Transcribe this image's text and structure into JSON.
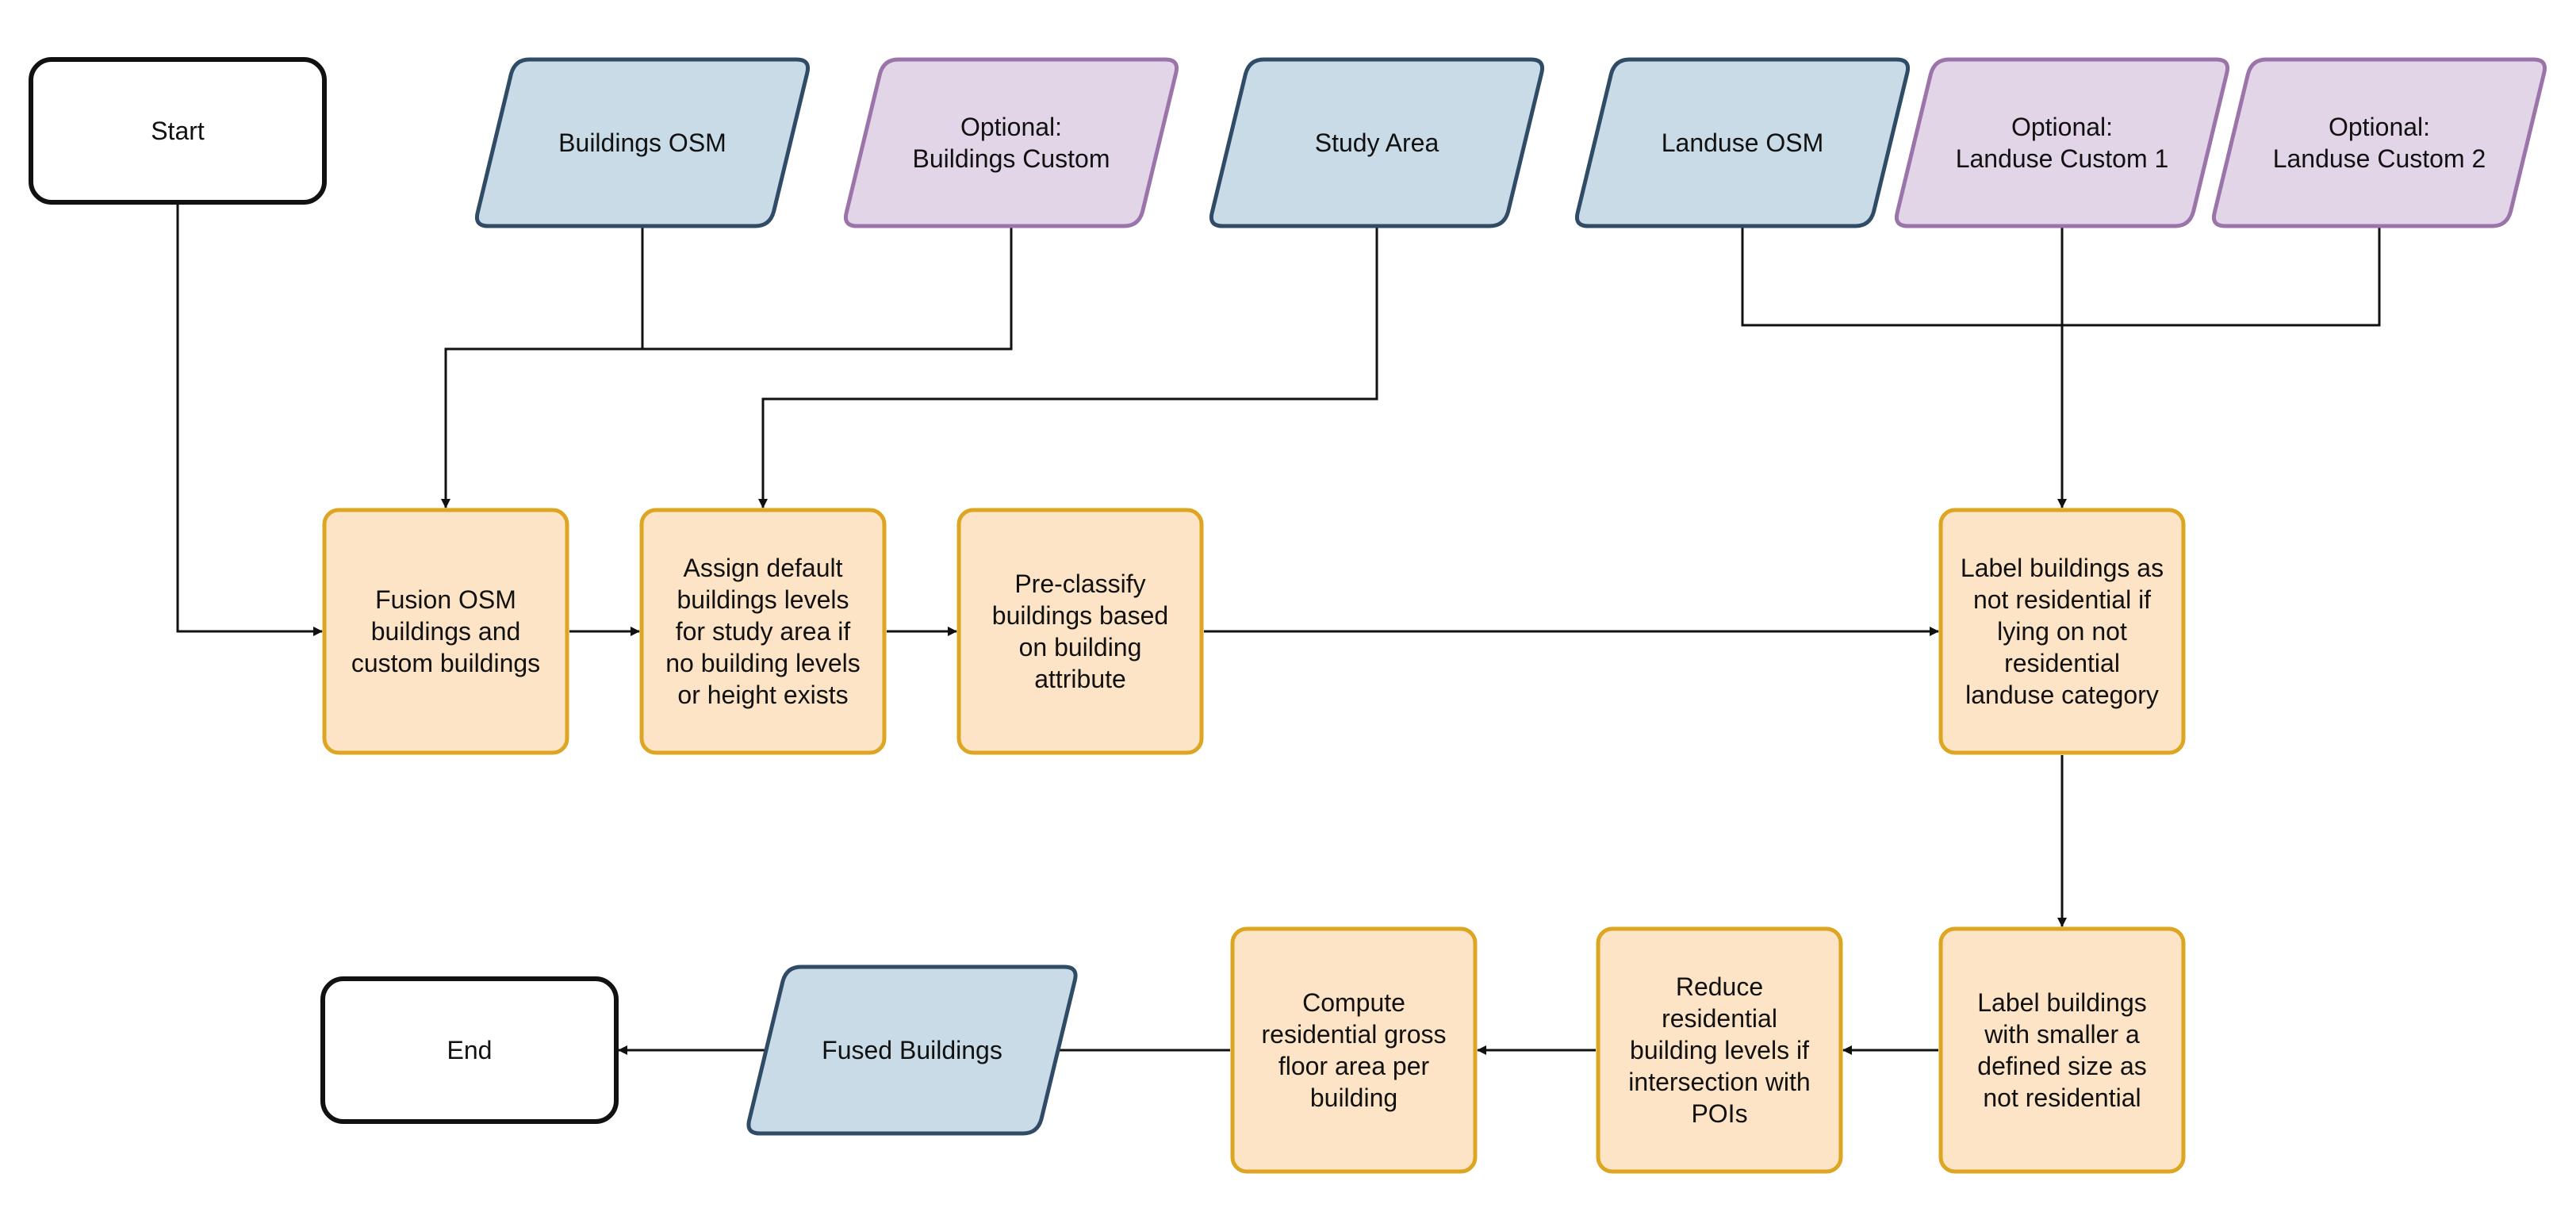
{
  "colors": {
    "terminal_fill": "#ffffff",
    "terminal_stroke": "#111111",
    "input_fill": "#c9dbe6",
    "input_stroke": "#2f4b66",
    "optional_fill": "#e2d5e8",
    "optional_stroke": "#9b74aa",
    "process_fill": "#fde4c6",
    "process_stroke": "#dca522",
    "edge": "#111111"
  },
  "nodes": {
    "start": {
      "lines": [
        "Start"
      ]
    },
    "buildings_osm": {
      "lines": [
        "Buildings OSM"
      ]
    },
    "buildings_custom": {
      "lines": [
        "Optional:",
        "Buildings Custom"
      ]
    },
    "study_area": {
      "lines": [
        "Study Area"
      ]
    },
    "landuse_osm": {
      "lines": [
        "Landuse OSM"
      ]
    },
    "landuse_custom_1": {
      "lines": [
        "Optional:",
        "Landuse Custom 1"
      ]
    },
    "landuse_custom_2": {
      "lines": [
        "Optional:",
        "Landuse Custom 2"
      ]
    },
    "fusion": {
      "lines": [
        "Fusion OSM",
        "buildings and",
        "custom buildings"
      ]
    },
    "assign_levels": {
      "lines": [
        "Assign default",
        "buildings levels",
        "for study area if",
        "no building levels",
        "or height exists"
      ]
    },
    "preclassify": {
      "lines": [
        "Pre-classify",
        "buildings based",
        "on building",
        "attribute"
      ]
    },
    "label_landuse": {
      "lines": [
        "Label buildings as",
        "not residential if",
        "lying on not",
        "residential",
        "landuse category"
      ]
    },
    "label_size": {
      "lines": [
        "Label buildings",
        "with smaller a",
        "defined size as",
        "not residential"
      ]
    },
    "reduce_levels": {
      "lines": [
        "Reduce",
        "residential",
        "building levels if",
        "intersection with",
        "POIs"
      ]
    },
    "compute_gfa": {
      "lines": [
        "Compute",
        "residential gross",
        "floor area per",
        "building"
      ]
    },
    "fused_buildings": {
      "lines": [
        "Fused Buildings"
      ]
    },
    "end": {
      "lines": [
        "End"
      ]
    }
  }
}
